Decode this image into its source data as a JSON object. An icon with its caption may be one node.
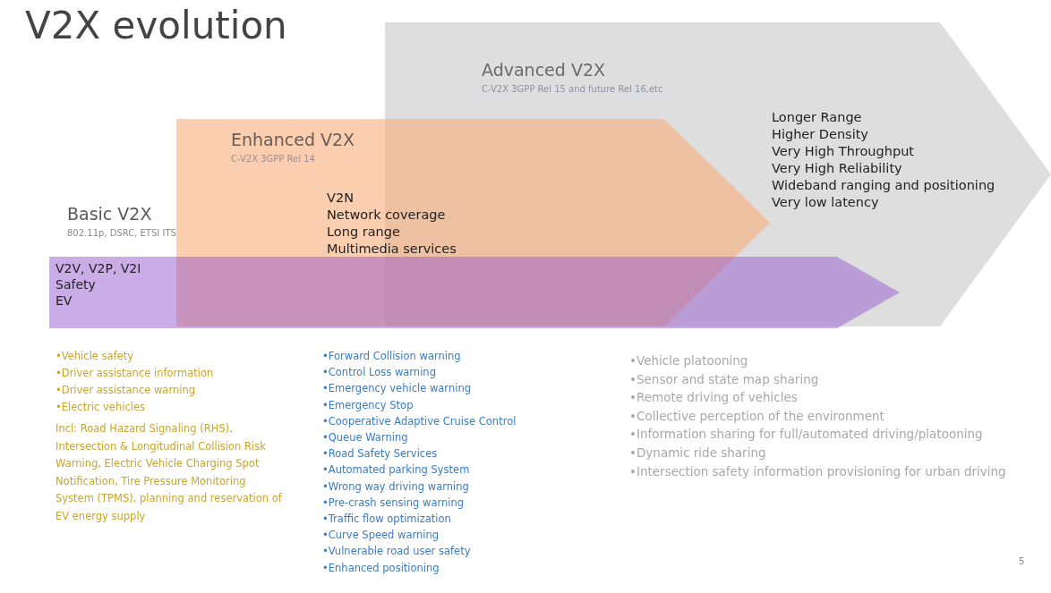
{
  "diagram": {
    "title": "V2X evolution",
    "nodes": [
      {
        "text": [
          "Advanced V2X",
          "C-V2X 3GPP Rel 15  and future Rel 16,etc",
          "Longer Range",
          "Higher Density",
          "Very High Throughput",
          "Very High Reliability",
          "Wideband ranging and positioning",
          "Very low latency"
        ]
      },
      {
        "text": [
          "Enhanced V2X",
          "C-V2X 3GPP Rel 14",
          "V2N",
          "Network coverage",
          "Long range",
          "Multimedia services"
        ]
      },
      {
        "text": [
          "Basic V2X",
          "802.11p, DSRC, ETSI ITS",
          "V2V, V2P, V2I",
          "Safety",
          "EV"
        ]
      }
    ],
    "edges": [],
    "labels": [
      "•Vehicle safety",
      "•Driver assistance information",
      "•Driver assistance warning",
      "•Electric vehicles",
      "Incl: Road Hazard Signaling (RHS), Intersection & Longitudinal Collision Risk Warning, Electric Vehicle Charging Spot Notification, Tire Pressure Monitoring System (TPMS), planning and reservation of EV energy supply",
      "•Forward Collision warning",
      "•Control  Loss warning",
      "•Emergency vehicle warning",
      "•Emergency Stop",
      "•Cooperative Adaptive Cruise Control",
      "•Queue Warning",
      "•Road Safety Services",
      "•Automated  parking System",
      "•Wrong way driving warning",
      "•Pre-crash sensing warning",
      "•Traffic flow optimization",
      "•Curve Speed warning",
      "•Vulnerable road user safety",
      "•Enhanced positioning",
      "•Vehicle platooning",
      "•Sensor and state map sharing",
      "•Remote driving of vehicles",
      "•Collective perception of the environment",
      "•Information sharing for full/automated driving/platooning",
      "•Dynamic ride sharing",
      "•Intersection safety information provisioning for urban driving",
      "5"
    ]
  }
}
